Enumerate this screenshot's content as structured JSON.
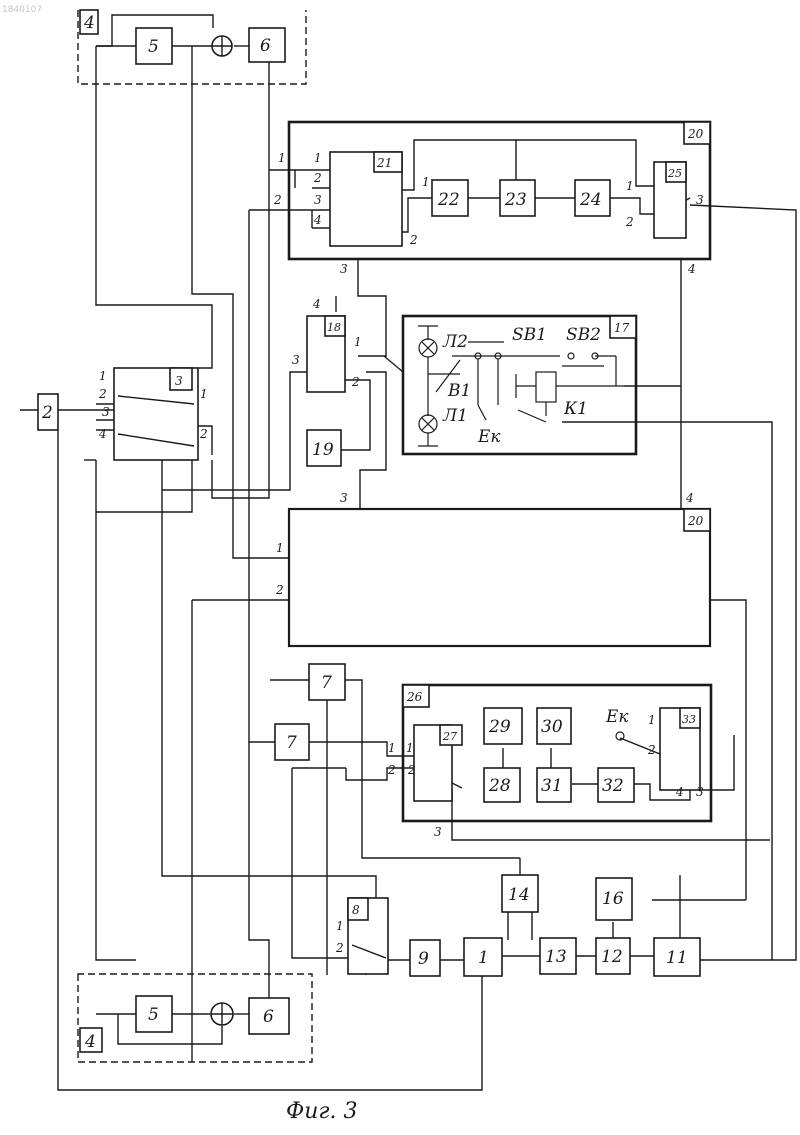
{
  "corner_id": "1840107",
  "caption": "Фиг. 3",
  "blocks": {
    "b1": "1",
    "b2": "2",
    "b3": "3",
    "b4_top": "4",
    "b4_bottom": "4",
    "b5_top": "5",
    "b5_bottom": "5",
    "b6_top": "6",
    "b6_bottom": "6",
    "b7_upper": "7",
    "b7_lower": "7",
    "b8": "8",
    "b9": "9",
    "b11": "11",
    "b12": "12",
    "b13": "13",
    "b14": "14",
    "b16": "16",
    "b17": "17",
    "b18": "18",
    "b19": "19",
    "b20_top": "20",
    "b20_mid": "20",
    "b21": "21",
    "b22": "22",
    "b23": "23",
    "b24": "24",
    "b25": "25",
    "b26": "26",
    "b27": "27",
    "b28": "28",
    "b29": "29",
    "b30": "30",
    "b31": "31",
    "b32": "32",
    "b33": "33"
  },
  "panel17": {
    "lamp2": "Л2",
    "lamp1": "Л1",
    "button1": "SB1",
    "button2": "SB2",
    "switch": "В1",
    "relay": "К1",
    "supply": "Ек"
  },
  "panel26": {
    "supply": "Ек"
  },
  "pins": {
    "one": "1",
    "two": "2",
    "three": "3",
    "four": "4"
  }
}
